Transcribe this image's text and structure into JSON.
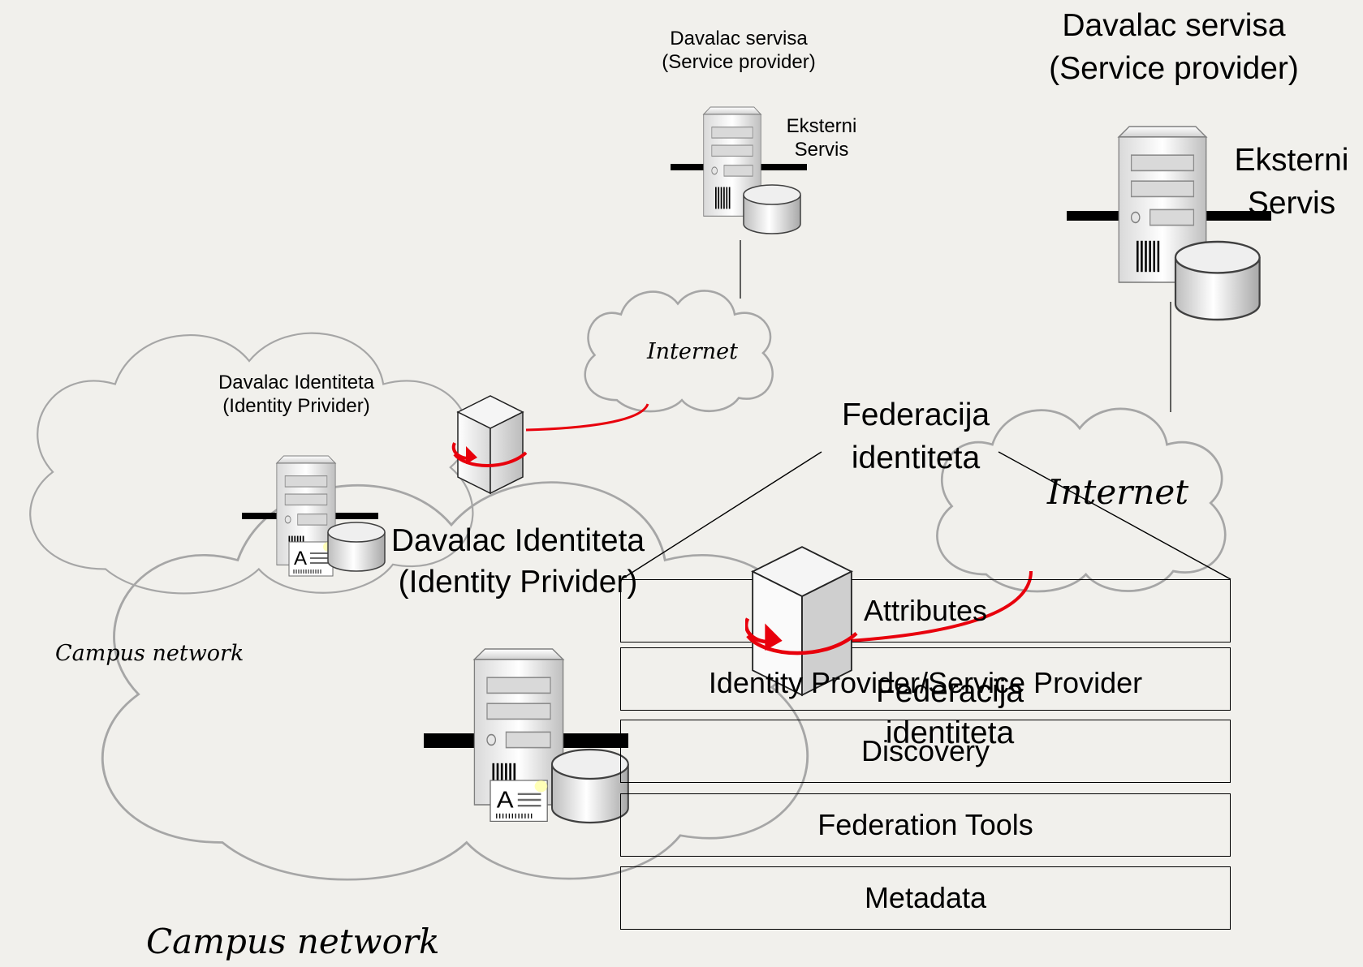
{
  "diagram": {
    "small": {
      "service_provider_line1": "Davalac servisa",
      "service_provider_line2": "(Service provider)",
      "external_line1": "Eksterni",
      "external_line2": "Servis",
      "internet": "Internet",
      "identity_provider_line1": "Davalac Identiteta",
      "identity_provider_line2": "(Identity Privider)",
      "campus": "Campus network",
      "federation_line1": "Federacija",
      "federation_line2": "identiteta"
    },
    "large": {
      "service_provider_line1": "Davalac servisa",
      "service_provider_line2": "(Service provider)",
      "external_line1": "Eksterni",
      "external_line2": "Servis",
      "internet": "Internet",
      "identity_provider_line1": "Davalac Identiteta",
      "identity_provider_line2": "(Identity Privider)",
      "campus": "Campus network",
      "federation_line1": "Federacija",
      "federation_line2": "identiteta"
    },
    "layers": [
      "Attributes",
      "Identity Provider/Service Provider",
      "Discovery",
      "Federation Tools",
      "Metadata"
    ],
    "colors": {
      "link": "#e8000c",
      "cloud_stroke": "#a6a6a6",
      "background": "#f1f0ec"
    }
  }
}
